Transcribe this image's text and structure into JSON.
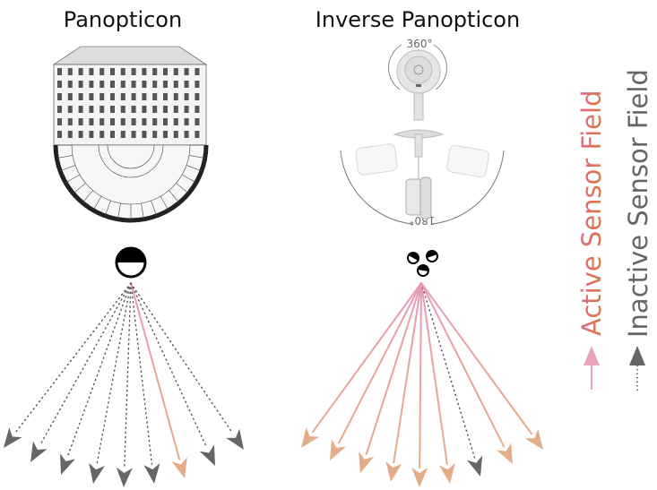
{
  "titles": {
    "left": "Panopticon",
    "right": "Inverse Panopticon"
  },
  "camera_labels": {
    "top": "360°",
    "bottom": "180°"
  },
  "legend": {
    "active": "Active Sensor Field",
    "inactive": "Inactive Sensor Field"
  },
  "colors": {
    "active_line": "#e8a0b8",
    "active_head": "#e3ad88",
    "inactive": "#666666",
    "legend_active_start": "#d97a2a",
    "legend_active_end": "#de6a96"
  },
  "fields": {
    "panopticon": [
      "inactive",
      "inactive",
      "inactive",
      "inactive",
      "inactive",
      "inactive",
      "active",
      "inactive",
      "inactive"
    ],
    "inverse": [
      "active",
      "active",
      "active",
      "active",
      "active",
      "active",
      "inactive",
      "active",
      "active"
    ]
  }
}
